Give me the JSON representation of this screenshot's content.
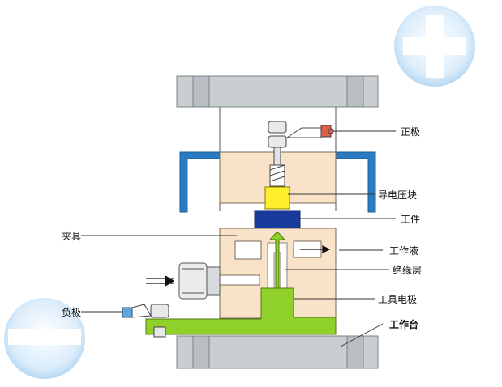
{
  "labels": {
    "positive": "正极",
    "conductive_block": "导电压块",
    "workpiece": "工件",
    "fixture": "夹具",
    "working_fluid": "工作液",
    "insulation": "绝缘层",
    "tool_electrode": "工具电极",
    "negative": "负极",
    "worktable": "工作台"
  },
  "icons": {
    "top_right": "plus-icon",
    "bottom_left": "minus-icon"
  },
  "colors": {
    "frame_gray": "#c9ced1",
    "body_beige": "#f8e3c8",
    "fixture_blue": "#2b7bc3",
    "workpiece_navy": "#173a9c",
    "conductive_yellow": "#ffee2e",
    "electrode_green": "#8fd12a",
    "terminal_red": "#e0604a",
    "terminal_blue": "#59a9e0",
    "sign_circle": "#d7ebfb"
  }
}
